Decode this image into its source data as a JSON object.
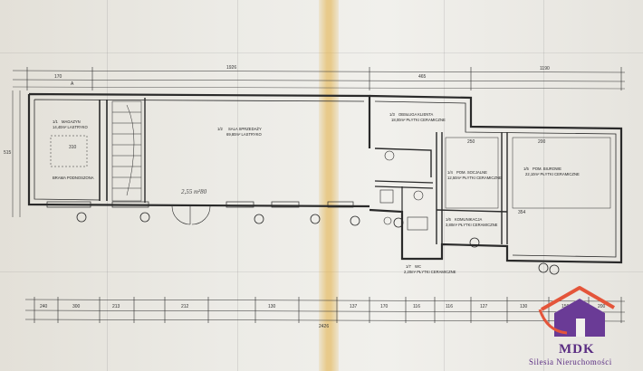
{
  "drawing": {
    "dimensions_top": {
      "overall": "1926",
      "right_total": "1190",
      "middle": "465",
      "left_block": "170"
    },
    "dimensions_bottom": {
      "segments": [
        "240",
        "300",
        "213",
        "212",
        "130",
        "137",
        "170",
        "116",
        "116",
        "127",
        "130",
        "156",
        "200"
      ],
      "overall": "2426"
    },
    "side_labels": {
      "left": "A",
      "left_total": "515"
    },
    "rooms": [
      {
        "id": "magazyn",
        "number": "1/1",
        "name": "MAGAZYN",
        "area": "14,40m² LASTRYKO"
      },
      {
        "id": "sala",
        "number": "1/2",
        "name": "SALA SPRZEDAŻY",
        "area": "69,80m² LASTRYKO"
      },
      {
        "id": "obsluga",
        "number": "1/3",
        "name": "OBSŁUGA KLIENTA",
        "area": "18,00m² PŁYTKI CERAMICZNE"
      },
      {
        "id": "pom-socjalne",
        "number": "1/4",
        "name": "POM. SOCJALNE",
        "area": "12,50m² PŁYTKI CERAMICZNE"
      },
      {
        "id": "pom-biurowe",
        "number": "1/5",
        "name": "POM. BIUROWE",
        "area": "22,10m² PŁYTKI CERAMICZNE"
      },
      {
        "id": "komunikacja",
        "number": "1/6",
        "name": "KOMUNIKACJA",
        "area": "3,80m² PŁYTKI CERAMICZNE"
      },
      {
        "id": "wc",
        "number": "1/7",
        "name": "WC",
        "area": "2,20m² PŁYTKI CERAMICZNE"
      }
    ],
    "entry_label": "BRAMA PODNOSZONA",
    "handwritten_note": "2,55 m²80",
    "inner_dims": {
      "magazyn_width": "310",
      "office_a": "250",
      "office_b": "200",
      "office_c": "354"
    }
  },
  "watermark": {
    "brand": "MDK",
    "subtitle": "Silesia Nieruchomości",
    "colors": {
      "roof": "#e4553a",
      "house": "#6a3b96",
      "text": "#5a2d82"
    }
  }
}
